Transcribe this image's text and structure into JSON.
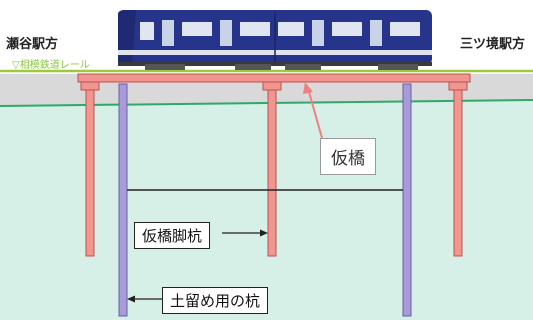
{
  "labels": {
    "left_station": "瀬谷駅方",
    "right_station": "三ツ境駅方",
    "rail_label": "▽相模鉄道レール",
    "temporary_bridge": "仮橋",
    "bridge_pile": "仮橋脚杭",
    "retaining_pile": "土留め用の杭"
  },
  "colors": {
    "ground": "#d9d9d9",
    "soil": "#d6efe7",
    "water_line": "#2daa6a",
    "bridge_pile": "#f0958f",
    "retaining_pile": "#a99bd8",
    "rail_line": "#9dc93b",
    "train_body": "#27348b",
    "arrow": "#f08080"
  }
}
